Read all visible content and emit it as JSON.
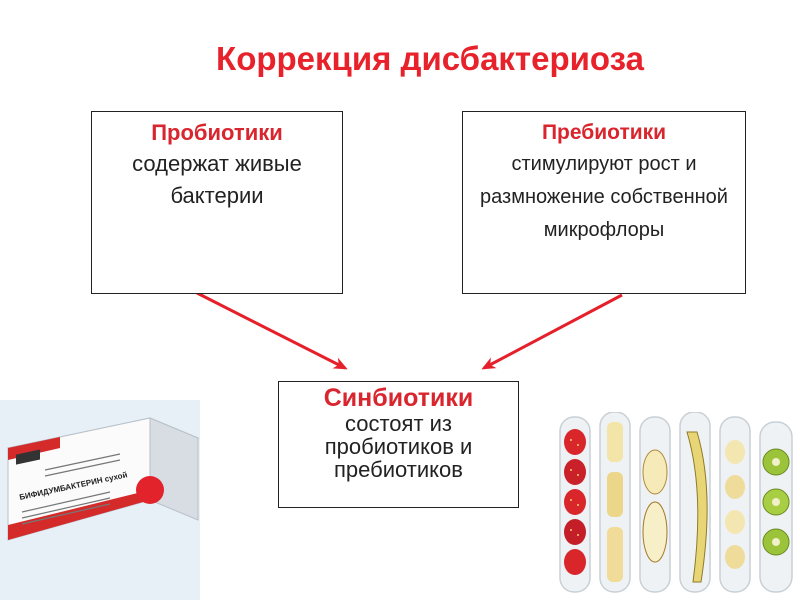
{
  "title": "Коррекция дисбактериоза",
  "probiotics": {
    "heading": "Пробиотики",
    "text": "содержат живые бактерии"
  },
  "prebiotics": {
    "heading": "Пребиотики",
    "text": "стимулируют рост и размножение собственной микрофлоры"
  },
  "synbiotics": {
    "heading": "Синбиотики",
    "text": "состоят из пробиотиков и пребиотиков"
  },
  "medicine_package": {
    "product_name": "БИФИДУМБАКТЕРИН сухой"
  },
  "colors": {
    "accent_red": "#e8222b",
    "arrow_red": "#e5202a",
    "box_border": "#222222"
  },
  "icons": [
    "medicine-package-image",
    "test-tubes-image"
  ]
}
